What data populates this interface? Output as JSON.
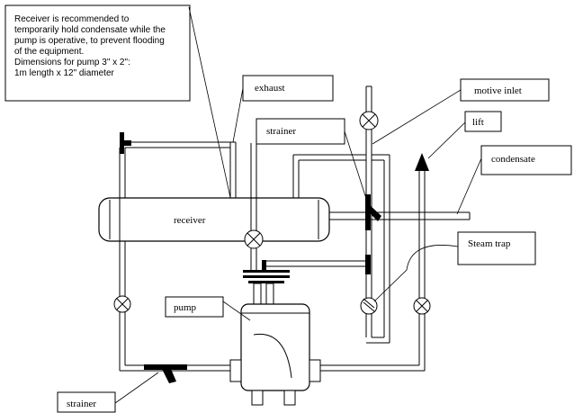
{
  "note": {
    "lines": [
      "Receiver is recommended to",
      "temporarily hold condensate while the",
      "pump is operative, to prevent flooding",
      "of the equipment.",
      "Dimensions for  pump 3\" x 2\":",
      "1m length x 12\" diameter"
    ]
  },
  "labels": {
    "exhaust": "exhaust",
    "motive_inlet": "motive inlet",
    "strainer_top": "strainer",
    "lift": "lift",
    "condensate": "condensate",
    "receiver": "receiver",
    "steam_trap": "Steam trap",
    "pump": "pump",
    "strainer_bottom": "strainer"
  }
}
